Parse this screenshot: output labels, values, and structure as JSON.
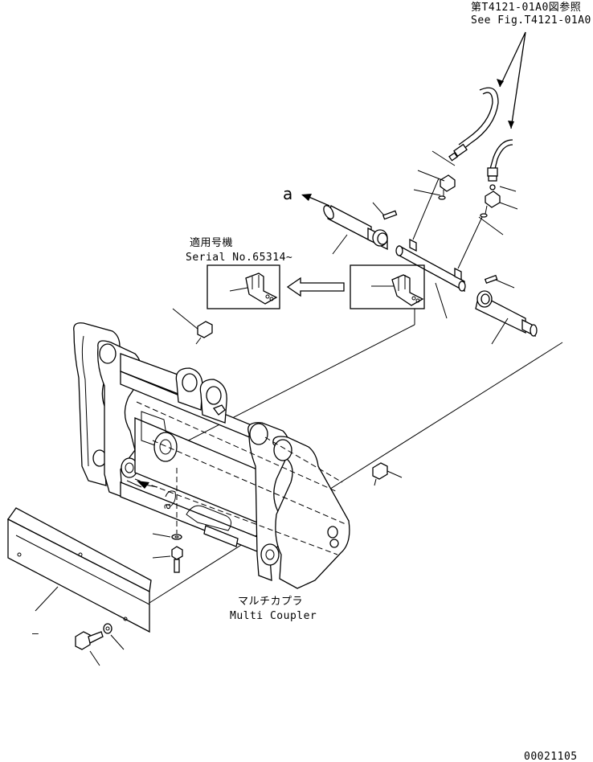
{
  "reference": {
    "line1": "第T4121-01A0図参照",
    "line2": "See Fig.T4121-01A0"
  },
  "serial": {
    "line1": "適用号機",
    "line2": "Serial No.65314~"
  },
  "coupler": {
    "line1": "マルチカプラ",
    "line2": "Multi Coupler"
  },
  "arrow_label": "a",
  "arrow_label_small": "a",
  "dash_mark": "–",
  "drawing_number": "00021105"
}
